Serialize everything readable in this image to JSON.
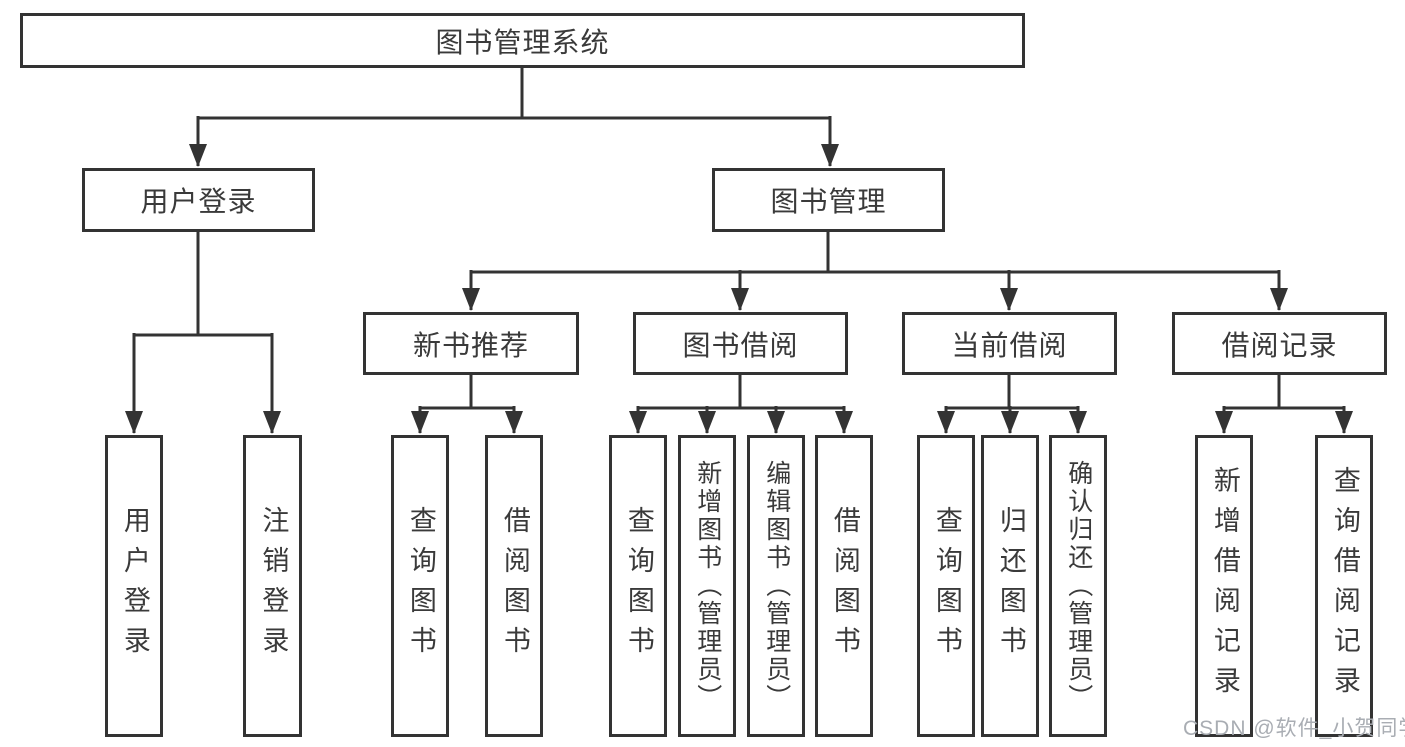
{
  "diagram": {
    "title": "图书管理系统",
    "branches": [
      {
        "label": "用户登录",
        "children": [
          {
            "label": "用户登录"
          },
          {
            "label": "注销登录"
          }
        ]
      },
      {
        "label": "图书管理",
        "children": [
          {
            "label": "新书推荐",
            "children": [
              {
                "label": "查询图书"
              },
              {
                "label": "借阅图书"
              }
            ]
          },
          {
            "label": "图书借阅",
            "children": [
              {
                "label": "查询图书"
              },
              {
                "label": "新增图书（管理员）"
              },
              {
                "label": "编辑图书（管理员）"
              },
              {
                "label": "借阅图书"
              }
            ]
          },
          {
            "label": "当前借阅",
            "children": [
              {
                "label": "查询图书"
              },
              {
                "label": "归还图书"
              },
              {
                "label": "确认归还（管理员）"
              }
            ]
          },
          {
            "label": "借阅记录",
            "children": [
              {
                "label": "新增借阅记录"
              },
              {
                "label": "查询借阅记录"
              }
            ]
          }
        ]
      }
    ]
  },
  "watermark": {
    "text": "CSDN @软件_小贺同学"
  },
  "colors": {
    "line": "#333333",
    "border": "#333333",
    "text": "#3a3a3a",
    "watermark": "#a9adb3",
    "background": "#ffffff"
  }
}
